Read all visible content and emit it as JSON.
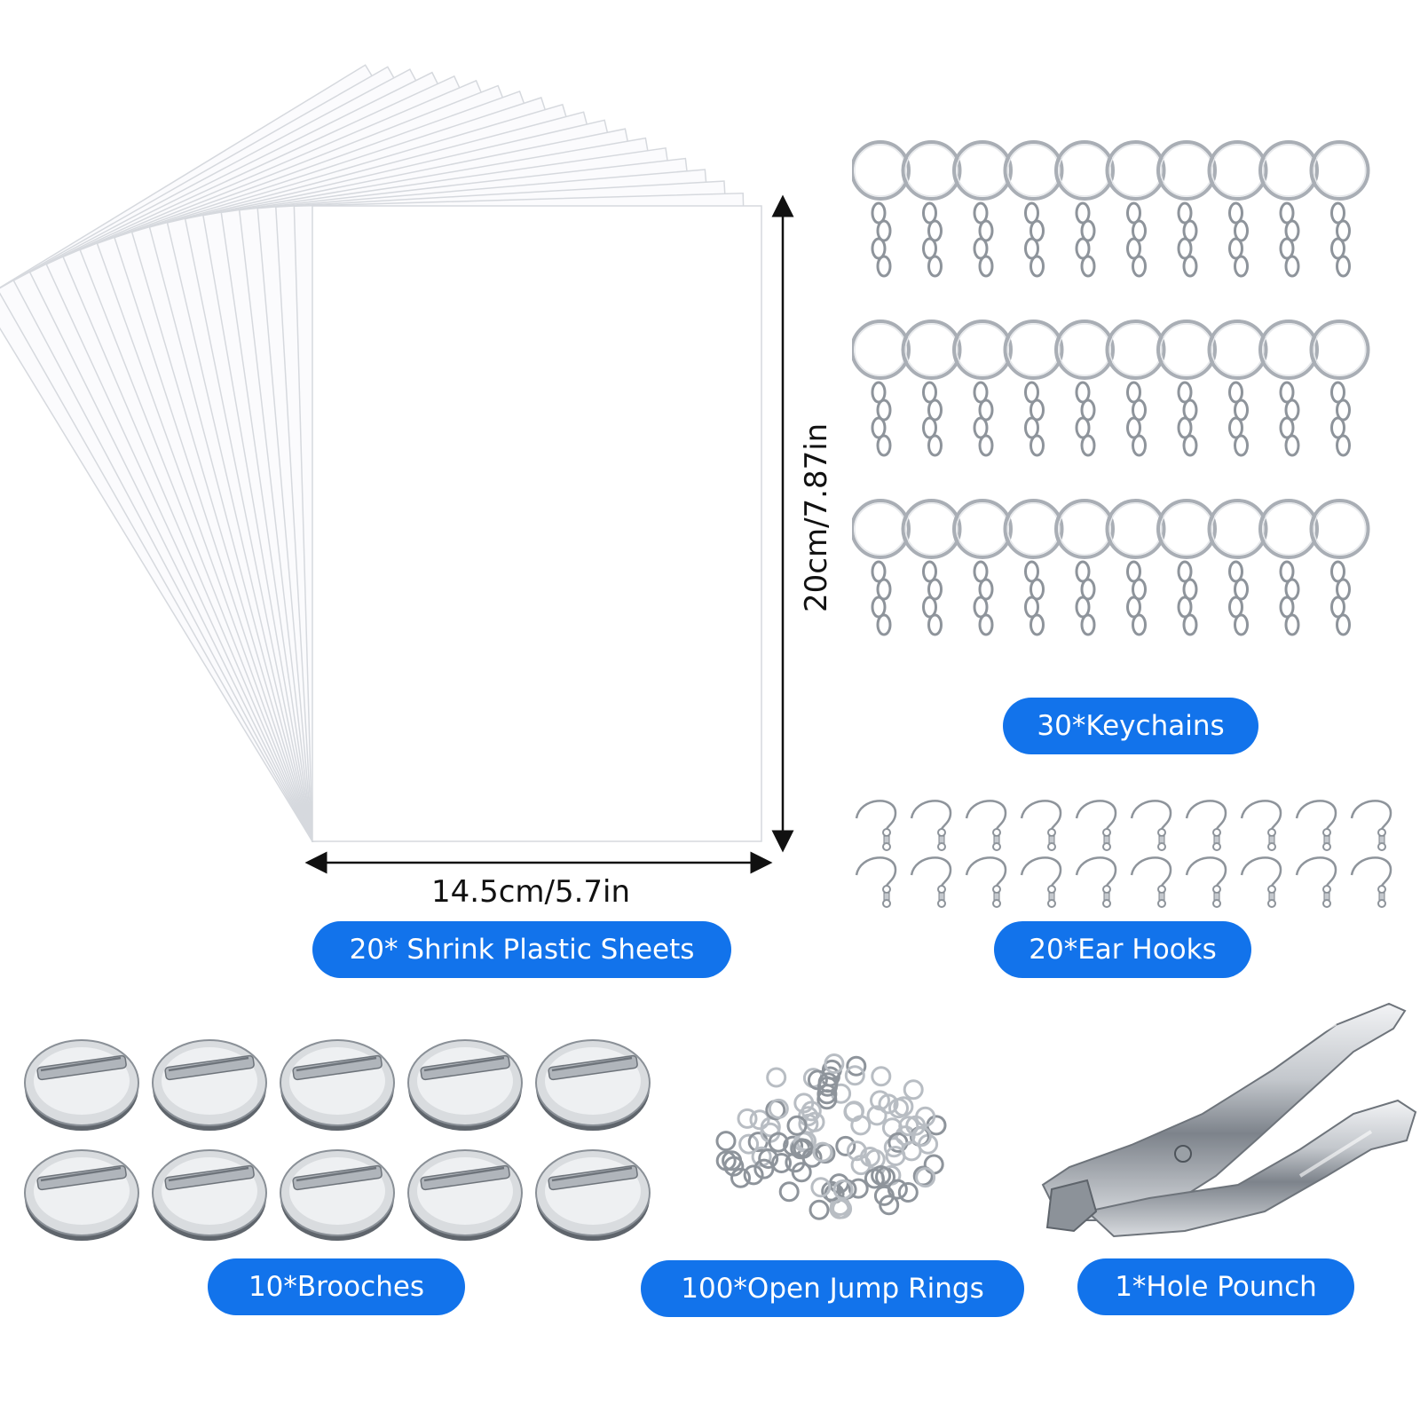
{
  "accent_color": "#1273EB",
  "metal_color": "#a9aeb5",
  "sheets": {
    "count": 20,
    "width_label": "14.5cm/5.7in",
    "height_label": "20cm/7.87in"
  },
  "keychains": {
    "rows": 3,
    "per_row": 10
  },
  "ear_hooks": {
    "rows": 2,
    "per_row": 10
  },
  "brooches": {
    "rows": 2,
    "per_row": 5
  },
  "labels": {
    "sheets": "20* Shrink Plastic Sheets",
    "keychains": "30*Keychains",
    "ear_hooks": "20*Ear Hooks",
    "brooches": "10*Brooches",
    "jump_rings": "100*Open Jump Rings",
    "hole_punch": "1*Hole Pounch"
  },
  "icons": {
    "keychain": "keyring-chain-icon",
    "ear_hook": "earring-hook-icon",
    "brooch": "brooch-pin-icon",
    "jump_ring": "jump-ring-icon",
    "hole_punch": "hole-punch-icon"
  }
}
